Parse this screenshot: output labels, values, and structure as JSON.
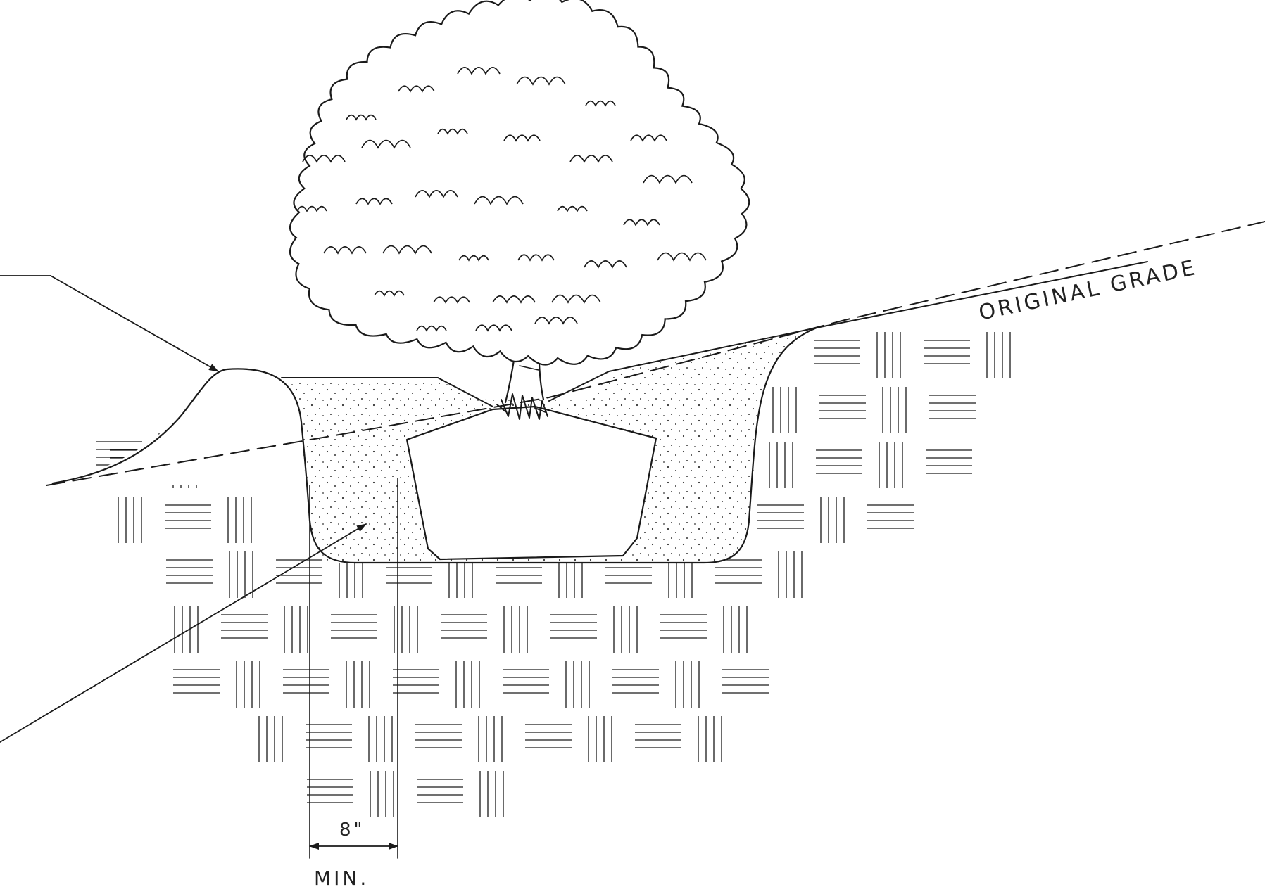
{
  "diagram": {
    "labels": {
      "original_grade": "ORIGINAL GRADE",
      "dimension_value": "8\"",
      "dimension_note": "MIN."
    }
  },
  "colors": {
    "ink": "#1a1a1a",
    "background": "#ffffff"
  },
  "icons": [
    "tree-canopy",
    "root-ball",
    "leader-arrow"
  ]
}
